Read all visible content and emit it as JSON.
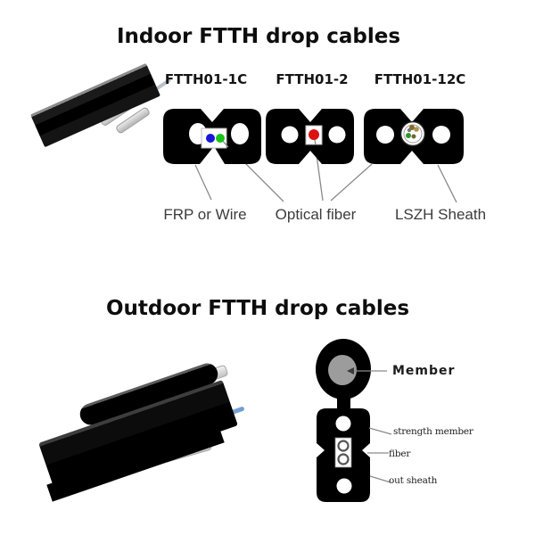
{
  "indoor": {
    "title": "Indoor FTTH drop cables",
    "models": [
      {
        "label": "FTTH01-1C"
      },
      {
        "label": "FTTH01-2"
      },
      {
        "label": "FTTH01-12C"
      }
    ],
    "annotations": [
      {
        "label": "FRP or Wire"
      },
      {
        "label": "Optical fiber"
      },
      {
        "label": "LSZH Sheath"
      }
    ]
  },
  "outdoor": {
    "title": "Outdoor FTTH drop cables",
    "annotations": [
      {
        "label": "Member"
      },
      {
        "label": "strength member"
      },
      {
        "label": "fiber"
      },
      {
        "label": "out sheath"
      }
    ]
  },
  "colors": {
    "background": "#ffffff",
    "cable_sheath": "#000000",
    "leader_line": "#8a8a8a",
    "member_core": "#9c9c9c",
    "fiber_blue": "#1717d8",
    "fiber_green": "#19c419",
    "fiber_red": "#dd1111"
  }
}
